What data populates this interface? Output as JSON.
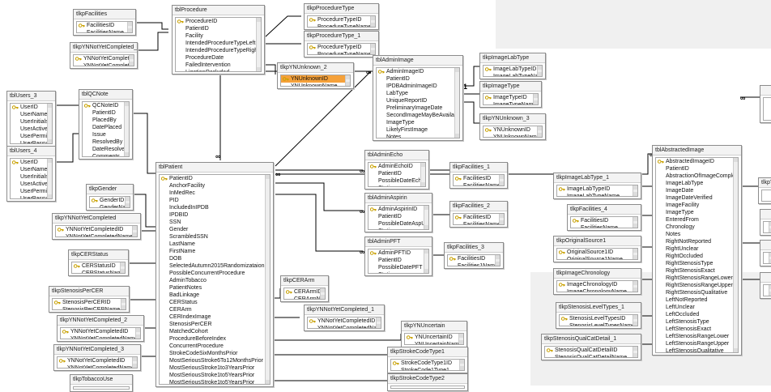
{
  "tables": [
    {
      "id": "tlkpFacilities",
      "title": "tlkpFacilities",
      "rows": [
        {
          "t": "FacilitiesID",
          "k": true
        },
        {
          "t": "FacilitiesName"
        }
      ]
    },
    {
      "id": "tblProcedure",
      "title": "tblProcedure",
      "rows": [
        {
          "t": "ProcedureID",
          "k": true
        },
        {
          "t": "PatientID"
        },
        {
          "t": "Facility"
        },
        {
          "t": "IntendedProcedureTypeLeft"
        },
        {
          "t": "IntendedProcedureTypeRight"
        },
        {
          "t": "ProcedureDate"
        },
        {
          "t": "FailedIntervention"
        },
        {
          "t": "LigationOccluded"
        }
      ]
    },
    {
      "id": "tlkpProcedureType",
      "title": "tlkpProcedureType",
      "rows": [
        {
          "t": "ProcedureTypeID",
          "k": true
        },
        {
          "t": "ProcedureTypeName"
        }
      ]
    },
    {
      "id": "tlkpProcedureType_1",
      "title": "tlkpProcedureType_1",
      "rows": [
        {
          "t": "ProcedureTypeID",
          "k": true
        },
        {
          "t": "ProcedureTypeName"
        }
      ]
    },
    {
      "id": "tlkpYNNotYetCompleted_6",
      "title": "tlkpYNNotYetCompleted_6",
      "rows": [
        {
          "t": "YNNotYetCompletedID",
          "k": true
        },
        {
          "t": "YNNotYetCompletedName"
        }
      ]
    },
    {
      "id": "tlkpYNUnknown_2",
      "title": "tlkpYNUnknown_2",
      "rows": [
        {
          "t": "YNUnknownID",
          "k": true,
          "sel": true
        },
        {
          "t": "YNUnknownName"
        }
      ]
    },
    {
      "id": "tblAdminImage",
      "title": "tblAdminImage",
      "rows": [
        {
          "t": "AdminImageID",
          "k": true
        },
        {
          "t": "PatientID"
        },
        {
          "t": "IPDBAdminImageID"
        },
        {
          "t": "LabType"
        },
        {
          "t": "UniqueReportID"
        },
        {
          "t": "PreliminaryImageDate"
        },
        {
          "t": "SecondImageMayBeAvailable"
        },
        {
          "t": "ImageType"
        },
        {
          "t": "LikelyFirstImage"
        },
        {
          "t": "Notes"
        }
      ]
    },
    {
      "id": "tlkpImageLabType",
      "title": "tlkpImageLabType",
      "rows": [
        {
          "t": "ImageLabTypeID",
          "k": true
        },
        {
          "t": "ImageLabTypeName"
        }
      ]
    },
    {
      "id": "tlkpImageType",
      "title": "tlkpImageType",
      "rows": [
        {
          "t": "ImageTypeID",
          "k": true
        },
        {
          "t": "ImageTypeName"
        }
      ]
    },
    {
      "id": "tlkpYNUnknown_3",
      "title": "tlkpYNUnknown_3",
      "rows": [
        {
          "t": "YNUnknownID",
          "k": true
        },
        {
          "t": "YNUnknownName"
        }
      ]
    },
    {
      "id": "tblUsers_3",
      "title": "tblUsers_3",
      "rows": [
        {
          "t": "UserID",
          "k": true
        },
        {
          "t": "UserName"
        },
        {
          "t": "UserInitials"
        },
        {
          "t": "UserActive"
        },
        {
          "t": "UserPermission"
        },
        {
          "t": "UserPassword"
        }
      ]
    },
    {
      "id": "tblQCNote",
      "title": "tblQCNote",
      "rows": [
        {
          "t": "QCNoteID",
          "k": true
        },
        {
          "t": "PatientID"
        },
        {
          "t": "PlacedBy"
        },
        {
          "t": "DatePlaced"
        },
        {
          "t": "Issue"
        },
        {
          "t": "ResolvedBy"
        },
        {
          "t": "DateResolved"
        },
        {
          "t": "Comments"
        }
      ]
    },
    {
      "id": "tblUsers_4",
      "title": "tblUsers_4",
      "rows": [
        {
          "t": "UserID",
          "k": true
        },
        {
          "t": "UserName"
        },
        {
          "t": "UserInitials"
        },
        {
          "t": "UserActive"
        },
        {
          "t": "UserPermission"
        },
        {
          "t": "UserPassword"
        }
      ]
    },
    {
      "id": "tblAdminEcho",
      "title": "tblAdminEcho",
      "rows": [
        {
          "t": "AdminEchoID",
          "k": true
        },
        {
          "t": "PatientID"
        },
        {
          "t": "PossibleDateEcho"
        },
        {
          "t": "Station"
        }
      ]
    },
    {
      "id": "tlkpFacilities_1",
      "title": "tlkpFacilities_1",
      "rows": [
        {
          "t": "FacilitiesID",
          "k": true
        },
        {
          "t": "FacilitiesName"
        }
      ]
    },
    {
      "id": "tblAdminAspirin",
      "title": "tblAdminAspirin",
      "rows": [
        {
          "t": "AdminAspirinID",
          "k": true
        },
        {
          "t": "PatientID"
        },
        {
          "t": "PossibleDateAspUse"
        },
        {
          "t": "Station"
        }
      ]
    },
    {
      "id": "tlkpFacilities_2",
      "title": "tlkpFacilities_2",
      "rows": [
        {
          "t": "FacilitiesID",
          "k": true
        },
        {
          "t": "FacilitiesName"
        }
      ]
    },
    {
      "id": "tblAdminPFT",
      "title": "tblAdminPFT",
      "rows": [
        {
          "t": "AdminPFTID",
          "k": true
        },
        {
          "t": "PatientID"
        },
        {
          "t": "PossibleDatePFT"
        },
        {
          "t": "Station"
        }
      ]
    },
    {
      "id": "tlkpFacilities_3",
      "title": "tlkpFacilities_3",
      "rows": [
        {
          "t": "FacilitiesID",
          "k": true
        },
        {
          "t": "Facilities1Name"
        }
      ]
    },
    {
      "id": "tblPatient",
      "title": "tblPatient",
      "rows": [
        {
          "t": "PatientID",
          "k": true
        },
        {
          "t": "AnchorFacility"
        },
        {
          "t": "InMedRec"
        },
        {
          "t": "PID"
        },
        {
          "t": "IncludedInIPDB"
        },
        {
          "t": "IPDBID"
        },
        {
          "t": "SSN"
        },
        {
          "t": "Gender"
        },
        {
          "t": "ScrambledSSN"
        },
        {
          "t": "LastName"
        },
        {
          "t": "FirstName"
        },
        {
          "t": "DOB"
        },
        {
          "t": "SelectedAutumn2015Randomizataion"
        },
        {
          "t": "PossibleConcurrentProcedure"
        },
        {
          "t": "AdminTobacco"
        },
        {
          "t": "PatientNotes"
        },
        {
          "t": "BadLinkage"
        },
        {
          "t": "CERStatus"
        },
        {
          "t": "CERArm"
        },
        {
          "t": "CERIndexImage"
        },
        {
          "t": "StenosisPerCER"
        },
        {
          "t": "MatchedCohort"
        },
        {
          "t": "ProcedureBeforeIndex"
        },
        {
          "t": "ConcurrentProcedure"
        },
        {
          "t": "StrokeCodeSixMonthsPrior"
        },
        {
          "t": "MostSeriousStroke6To12MonthsPrior"
        },
        {
          "t": "MostSeriousStroke1to3YearsPrior"
        },
        {
          "t": "MostSeriousStroke1to5YearsPrior"
        },
        {
          "t": "MostSeriousStroke1to5YearsPrior"
        }
      ]
    },
    {
      "id": "tlkpGender",
      "title": "tlkpGender",
      "rows": [
        {
          "t": "GenderID",
          "k": true
        },
        {
          "t": "GenderName"
        }
      ]
    },
    {
      "id": "tlkpYNNotYetCompleted",
      "title": "tlkpYNNotYetCompleted",
      "rows": [
        {
          "t": "YNNotYetCompletedID",
          "k": true
        },
        {
          "t": "YNNotYetCompletedName"
        }
      ]
    },
    {
      "id": "tlkpCERStatus",
      "title": "tlkpCERStatus",
      "rows": [
        {
          "t": "CERStatusID",
          "k": true
        },
        {
          "t": "CERStatusName"
        }
      ]
    },
    {
      "id": "tlkpStenosisPerCER",
      "title": "tlkpStenosisPerCER",
      "rows": [
        {
          "t": "StenosisPerCERID",
          "k": true
        },
        {
          "t": "StenosisPerCERName"
        }
      ]
    },
    {
      "id": "tlkpYNNotYetCompleted_2",
      "title": "tlkpYNNotYetCompleted_2",
      "rows": [
        {
          "t": "YNNotYetCompletedID",
          "k": true
        },
        {
          "t": "YNNotYetCompletedName"
        }
      ]
    },
    {
      "id": "tlkpYNNotYetCompleted_3",
      "title": "tlkpYNNotYetCompleted_3",
      "rows": [
        {
          "t": "YNNotYetCompletedID",
          "k": true
        },
        {
          "t": "YNNotYetCompletedName"
        }
      ]
    },
    {
      "id": "tlkpTobaccoUse",
      "title": "tlkpTobaccoUse",
      "rows": []
    },
    {
      "id": "tlkpCERArm",
      "title": "tlkpCERArm",
      "rows": [
        {
          "t": "CERArmID",
          "k": true
        },
        {
          "t": "CERArmName"
        }
      ]
    },
    {
      "id": "tlkpYNNotYetCompleted_1",
      "title": "tlkpYNNotYetCompleted_1",
      "rows": [
        {
          "t": "YNNotYetCompletedID",
          "k": true
        },
        {
          "t": "YNNotYetCompletedName"
        }
      ]
    },
    {
      "id": "tlkpYNUncertain",
      "title": "tlkpYNUncertain",
      "rows": [
        {
          "t": "YNUncertainID",
          "k": true
        },
        {
          "t": "YNUncertainName"
        }
      ]
    },
    {
      "id": "tlkpStrokeCodeType1",
      "title": "tlkpStrokeCodeType1",
      "rows": [
        {
          "t": "StrokeCodeType1ID",
          "k": true
        },
        {
          "t": "StrokeCode1Type1"
        }
      ]
    },
    {
      "id": "tlkpStrokeCodeType2",
      "title": "tlkpStrokeCodeType2",
      "rows": []
    },
    {
      "id": "tblAbstractedImage",
      "title": "tblAbstractedImage",
      "rows": [
        {
          "t": "AbstractedImageID",
          "k": true
        },
        {
          "t": "PatientID"
        },
        {
          "t": "AbstractionOfImageComplete"
        },
        {
          "t": "ImageLabType"
        },
        {
          "t": "ImageDate"
        },
        {
          "t": "ImageDateVerified"
        },
        {
          "t": "ImageFacility"
        },
        {
          "t": "ImageType"
        },
        {
          "t": "EnteredFrom"
        },
        {
          "t": "Chronology"
        },
        {
          "t": "Notes"
        },
        {
          "t": "RightNotReported"
        },
        {
          "t": "RightUnclear"
        },
        {
          "t": "RightOccluded"
        },
        {
          "t": "RightStenosisType"
        },
        {
          "t": "RightStenosisExact"
        },
        {
          "t": "RightStenosisRangeLower"
        },
        {
          "t": "RightStenosisRangeUpper"
        },
        {
          "t": "RightStenosisQualitative"
        },
        {
          "t": "LeftNotReported"
        },
        {
          "t": "LeftUnclear"
        },
        {
          "t": "LeftOccluded"
        },
        {
          "t": "LeftStenosisType"
        },
        {
          "t": "LeftStenosisExact"
        },
        {
          "t": "LeftStenosisRangeLower"
        },
        {
          "t": "LeftStenosisRangeUpper"
        },
        {
          "t": "LeftStenosisQualitative"
        }
      ]
    },
    {
      "id": "tlkpImageLabType_1",
      "title": "tlkpImageLabType_1",
      "rows": [
        {
          "t": "ImageLabTypeID",
          "k": true
        },
        {
          "t": "ImageLabTypeName"
        }
      ]
    },
    {
      "id": "tlkpFacilities_4",
      "title": "tlkpFacilities_4",
      "rows": [
        {
          "t": "FacilitiesID",
          "k": true
        },
        {
          "t": "FacilitiesName"
        }
      ]
    },
    {
      "id": "tlkpOriginalSource1",
      "title": "tlkpOriginalSource1",
      "rows": [
        {
          "t": "OriginalSource1ID",
          "k": true
        },
        {
          "t": "OriginalSource1Name"
        }
      ]
    },
    {
      "id": "tlkpImageChronology",
      "title": "tlkpImageChronology",
      "rows": [
        {
          "t": "ImageChronologyID",
          "k": true
        },
        {
          "t": "ImageChronologyName"
        }
      ]
    },
    {
      "id": "tlkpStenosisLevelTypes_1",
      "title": "tlkpStenosisLevelTypes_1",
      "rows": [
        {
          "t": "StenosisLevelTypesID",
          "k": true
        },
        {
          "t": "StenosisLevelTypesName"
        }
      ]
    },
    {
      "id": "tlkpStenosisQualCatDetail_1",
      "title": "tlkpStenosisQualCatDetail_1",
      "rows": [
        {
          "t": "StenosisQualCatDetailID",
          "k": true
        },
        {
          "t": "StenosisQualCatDetailName"
        }
      ]
    },
    {
      "id": "edge1",
      "title": "",
      "rows": [
        {
          "t": ""
        },
        {
          "t": ""
        },
        {
          "t": ""
        }
      ]
    },
    {
      "id": "edge2",
      "title": "tlkpYNN",
      "rows": [
        {
          "t": ""
        }
      ]
    },
    {
      "id": "edge3",
      "title": "",
      "rows": [
        {
          "t": ""
        },
        {
          "t": ""
        }
      ]
    },
    {
      "id": "edge4",
      "title": "",
      "rows": [
        {
          "t": ""
        },
        {
          "t": ""
        }
      ]
    },
    {
      "id": "edge5",
      "title": "",
      "rows": [
        {
          "t": ""
        },
        {
          "t": ""
        }
      ]
    }
  ]
}
